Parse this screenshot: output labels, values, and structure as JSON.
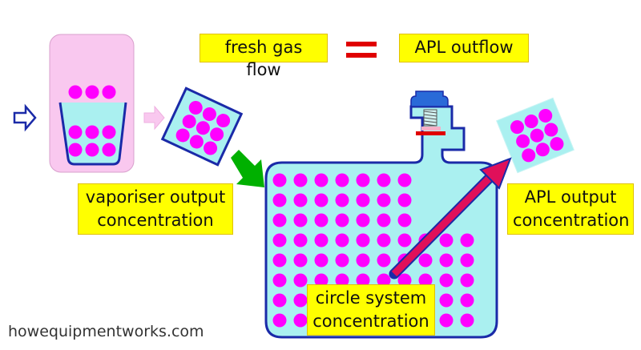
{
  "labels": {
    "fresh_gas_flow": "fresh gas flow",
    "apl_outflow": "APL outflow",
    "vaporiser_output_line1": "vaporiser output",
    "vaporiser_output_line2": "concentration",
    "apl_output_line1": "APL output",
    "apl_output_line2": "concentration",
    "circle_system_line1": "circle system",
    "circle_system_line2": "concentration"
  },
  "credit": "howequipmentworks.com",
  "colors": {
    "particle": "#ff00ff",
    "liquid": "#aaf0f0",
    "outline": "#1a2aa8",
    "label_bg": "#ffff00",
    "equals": "#e00000",
    "green_arrow": "#00b000",
    "red_arrow": "#e0105a",
    "vaporiser_box": "#f9c8ef",
    "inlet_arrow": "#f9c8ef"
  }
}
